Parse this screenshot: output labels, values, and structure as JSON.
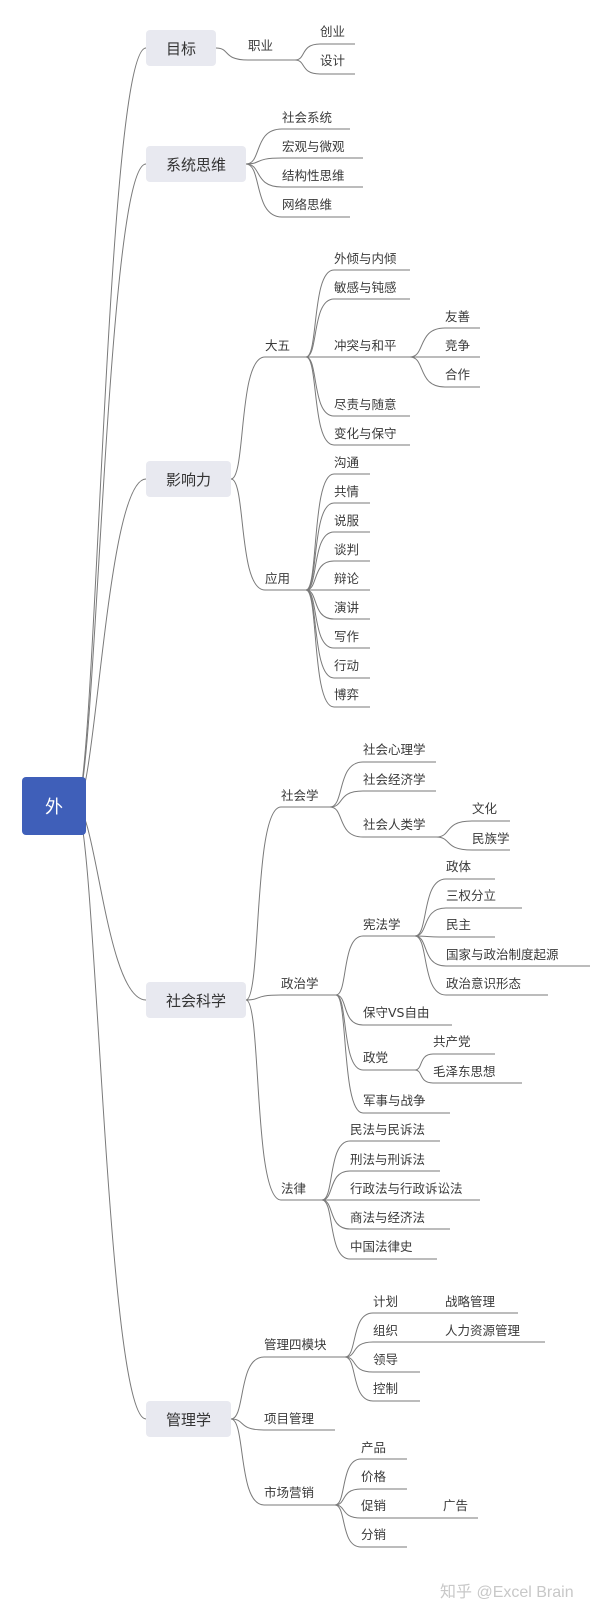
{
  "root": {
    "label": "外"
  },
  "branches": [
    {
      "label": "目标",
      "children": [
        {
          "label": "职业",
          "children": [
            {
              "label": "创业"
            },
            {
              "label": "设计"
            }
          ]
        }
      ]
    },
    {
      "label": "系统思维",
      "children": [
        {
          "label": "社会系统"
        },
        {
          "label": "宏观与微观"
        },
        {
          "label": "结构性思维"
        },
        {
          "label": "网络思维"
        }
      ]
    },
    {
      "label": "影响力",
      "children": [
        {
          "label": "大五",
          "children": [
            {
              "label": "外倾与内倾"
            },
            {
              "label": "敏感与钝感"
            },
            {
              "label": "冲突与和平",
              "children": [
                {
                  "label": "友善"
                },
                {
                  "label": "竞争"
                },
                {
                  "label": "合作"
                }
              ]
            },
            {
              "label": "尽责与随意"
            },
            {
              "label": "变化与保守"
            }
          ]
        },
        {
          "label": "应用",
          "children": [
            {
              "label": "沟通"
            },
            {
              "label": "共情"
            },
            {
              "label": "说服"
            },
            {
              "label": "谈判"
            },
            {
              "label": "辩论"
            },
            {
              "label": "演讲"
            },
            {
              "label": "写作"
            },
            {
              "label": "行动"
            },
            {
              "label": "博弈"
            }
          ]
        }
      ]
    },
    {
      "label": "社会科学",
      "children": [
        {
          "label": "社会学",
          "children": [
            {
              "label": "社会心理学"
            },
            {
              "label": "社会经济学"
            },
            {
              "label": "社会人类学",
              "children": [
                {
                  "label": "文化"
                },
                {
                  "label": "民族学"
                }
              ]
            }
          ]
        },
        {
          "label": "政治学",
          "children": [
            {
              "label": "宪法学",
              "children": [
                {
                  "label": "政体"
                },
                {
                  "label": "三权分立"
                },
                {
                  "label": "民主"
                },
                {
                  "label": "国家与政治制度起源"
                },
                {
                  "label": "政治意识形态"
                }
              ]
            },
            {
              "label": "保守VS自由"
            },
            {
              "label": "政党",
              "children": [
                {
                  "label": "共产党"
                },
                {
                  "label": "毛泽东思想"
                }
              ]
            },
            {
              "label": "军事与战争"
            }
          ]
        },
        {
          "label": "法律",
          "children": [
            {
              "label": "民法与民诉法"
            },
            {
              "label": "刑法与刑诉法"
            },
            {
              "label": "行政法与行政诉讼法"
            },
            {
              "label": "商法与经济法"
            },
            {
              "label": "中国法律史"
            }
          ]
        }
      ]
    },
    {
      "label": "管理学",
      "children": [
        {
          "label": "管理四模块",
          "children": [
            {
              "label": "计划",
              "children": [
                {
                  "label": "战略管理"
                }
              ]
            },
            {
              "label": "组织",
              "children": [
                {
                  "label": "人力资源管理"
                }
              ]
            },
            {
              "label": "领导"
            },
            {
              "label": "控制"
            }
          ]
        },
        {
          "label": "项目管理"
        },
        {
          "label": "市场营销",
          "children": [
            {
              "label": "产品"
            },
            {
              "label": "价格"
            },
            {
              "label": "促销",
              "children": [
                {
                  "label": "广告"
                }
              ]
            },
            {
              "label": "分销"
            }
          ]
        }
      ]
    }
  ],
  "watermark": "知乎 @Excel Brain",
  "colors": {
    "root_fill": "#3f5fb9",
    "main_fill": "#e8e9f0",
    "line": "#7a7a7a"
  }
}
